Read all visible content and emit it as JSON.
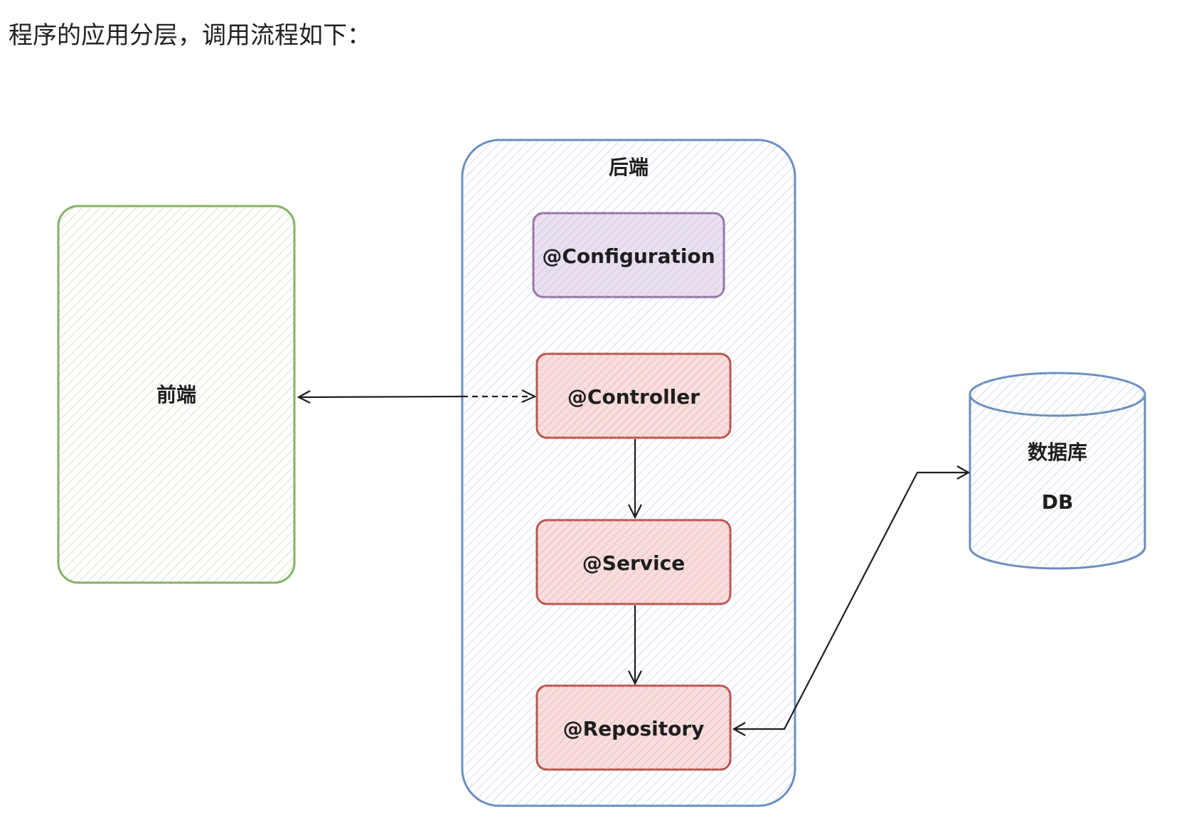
{
  "intro_text": "程序的应用分层，调用流程如下：",
  "diagram": {
    "frontend": {
      "label": "前端",
      "stroke": "#82b366",
      "hatch": "#b9d8a3"
    },
    "backend": {
      "label": "后端",
      "stroke": "#6c8ebf",
      "hatch": "#b7c9e6"
    },
    "configuration": {
      "label": "@Configuration",
      "stroke": "#9673a6",
      "fill": "#e9e0f0",
      "hatch": "#c9b6d8"
    },
    "controller": {
      "label": "@Controller",
      "stroke": "#b85450",
      "fill": "#f8dedd",
      "hatch": "#e7a9a6"
    },
    "service": {
      "label": "@Service",
      "stroke": "#b85450",
      "fill": "#f8dedd",
      "hatch": "#e7a9a6"
    },
    "repository": {
      "label": "@Repository",
      "stroke": "#b85450",
      "fill": "#f8dedd",
      "hatch": "#e7a9a6"
    },
    "database": {
      "label": "数据库",
      "sublabel": "DB",
      "stroke": "#6c8ebf",
      "hatch": "#b7c9e6"
    },
    "edges": [
      {
        "from": "frontend",
        "to": "controller",
        "style": "bidirectional"
      },
      {
        "from": "controller",
        "to": "service",
        "style": "arrow"
      },
      {
        "from": "service",
        "to": "repository",
        "style": "arrow"
      },
      {
        "from": "repository",
        "to": "database",
        "style": "bidirectional"
      }
    ]
  }
}
